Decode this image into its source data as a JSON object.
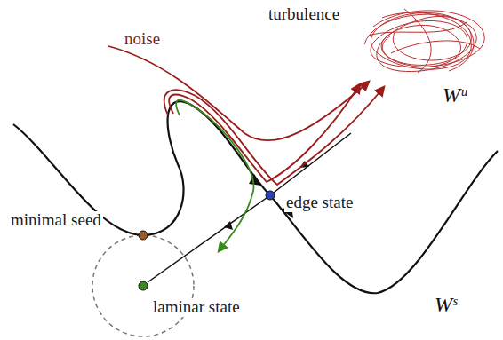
{
  "diagram": {
    "labels": [
      "noise",
      "turbulence",
      "Wᵘ",
      "edge state",
      "minimal seed",
      "Wˢ",
      "laminar state"
    ]
  }
}
